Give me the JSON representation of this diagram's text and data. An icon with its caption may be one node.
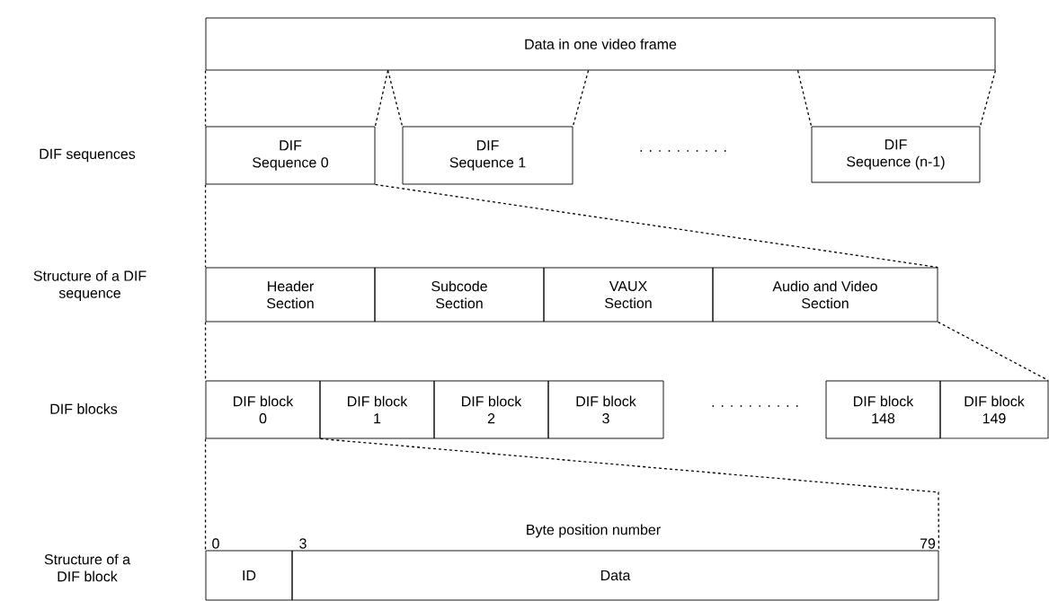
{
  "diagram": {
    "nodes": [
      {
        "text": [
          "Data in one video frame"
        ]
      },
      {
        "text": [
          "DIF Sequence 0"
        ]
      },
      {
        "text": [
          "DIF Sequence 1"
        ]
      },
      {
        "text": [
          "DIF Sequence (n-1)"
        ]
      },
      {
        "text": [
          "Header Section"
        ]
      },
      {
        "text": [
          "Subcode Section"
        ]
      },
      {
        "text": [
          "VAUX Section"
        ]
      },
      {
        "text": [
          "Audio and Video Section"
        ]
      },
      {
        "text": [
          "DIF block 0"
        ]
      },
      {
        "text": [
          "DIF block 1"
        ]
      },
      {
        "text": [
          "DIF block 2"
        ]
      },
      {
        "text": [
          "DIF block 3"
        ]
      },
      {
        "text": [
          "DIF block 148"
        ]
      },
      {
        "text": [
          "DIF block 149"
        ]
      },
      {
        "text": [
          "ID"
        ]
      },
      {
        "text": [
          "Data"
        ]
      }
    ],
    "edges": [
      {
        "from": 0,
        "to": 1,
        "arrow": "none",
        "style": "dashed"
      },
      {
        "from": 0,
        "to": 1,
        "arrow": "none",
        "style": "dashed"
      },
      {
        "from": 0,
        "to": 2,
        "arrow": "none",
        "style": "dashed"
      },
      {
        "from": 0,
        "to": 2,
        "arrow": "none",
        "style": "dashed"
      },
      {
        "from": 0,
        "to": 3,
        "arrow": "none",
        "style": "dashed"
      },
      {
        "from": 0,
        "to": 3,
        "arrow": "none",
        "style": "dashed"
      },
      {
        "from": 1,
        "to": 4,
        "arrow": "none",
        "style": "dashed"
      },
      {
        "from": 1,
        "to": 7,
        "arrow": "none",
        "style": "dashed"
      },
      {
        "from": 4,
        "to": 8,
        "arrow": "none",
        "style": "dashed"
      },
      {
        "from": 7,
        "to": 13,
        "arrow": "none",
        "style": "dashed"
      },
      {
        "from": 8,
        "to": 14,
        "arrow": "none",
        "style": "dashed"
      },
      {
        "from": 8,
        "to": 15,
        "arrow": "none",
        "style": "dashed"
      }
    ],
    "labels": [
      "DIF sequences",
      ". . . . . . . . . .",
      "Structure of a DIF sequence",
      "DIF blocks",
      ". . . . . . . . . .",
      "Byte position number",
      "0",
      "3",
      "79",
      "Structure of a DIF block"
    ]
  }
}
